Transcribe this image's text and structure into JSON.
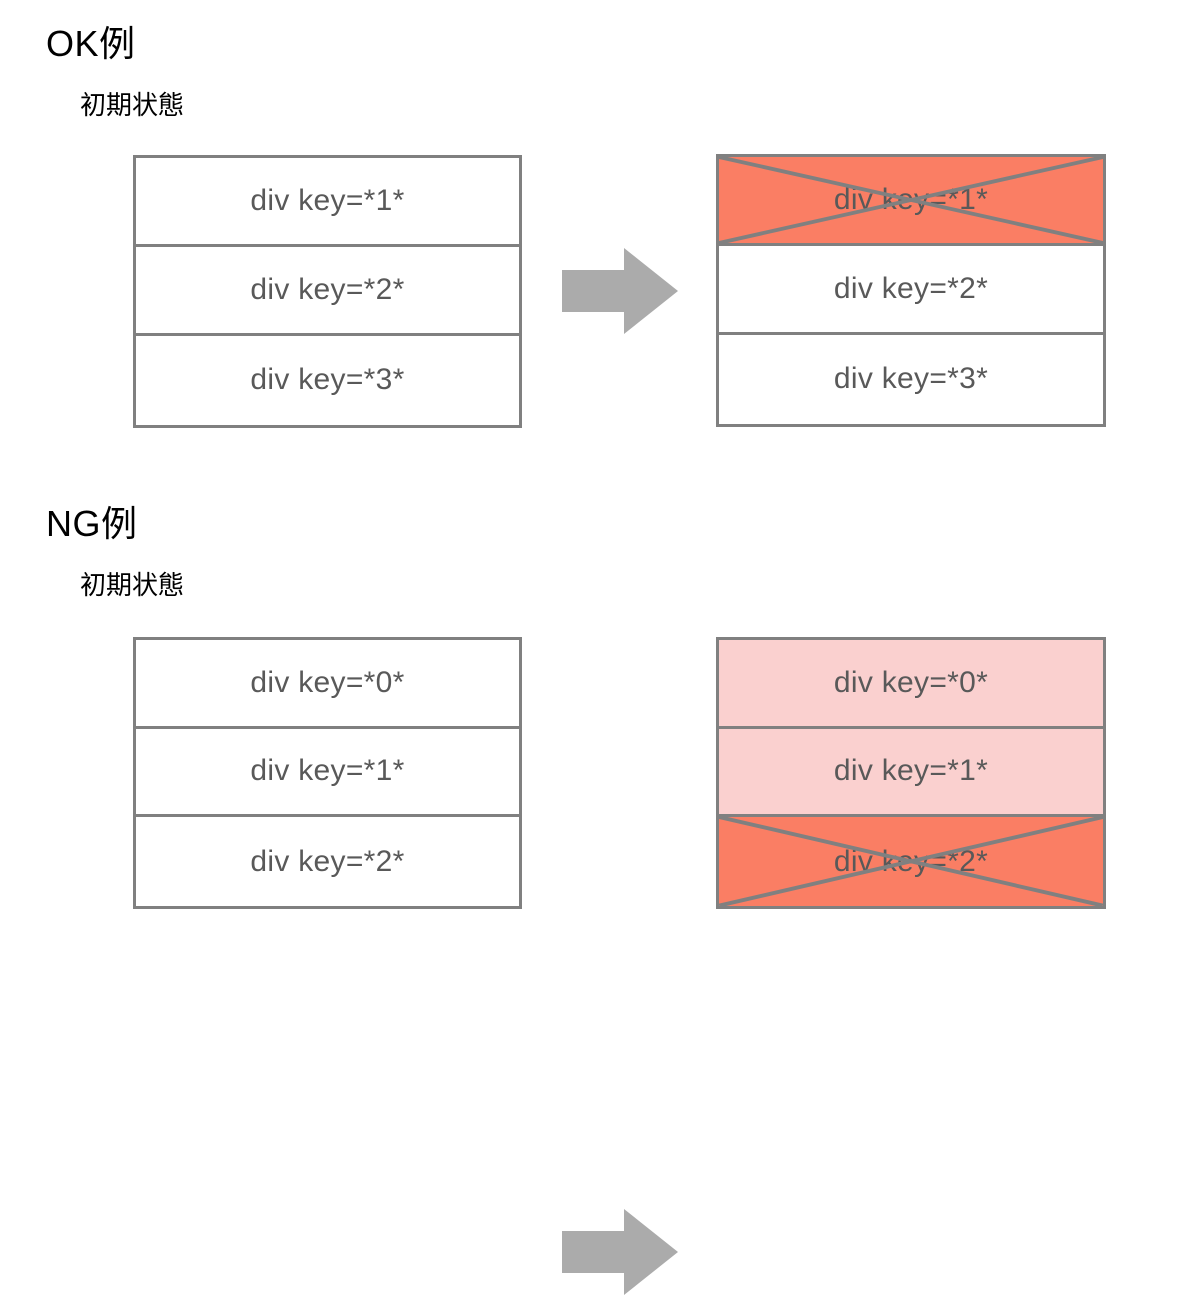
{
  "page": {
    "background": "#ffffff",
    "colors": {
      "salmon": "#fa7e64",
      "pink": "#fad0cf",
      "border": "#808080",
      "text": "#595959",
      "arrow": "#ababab",
      "heading": "#000000"
    }
  },
  "sections": [
    {
      "id": "ok",
      "title": "OK例",
      "subtitle": "初期状態",
      "arrow_icon": "right-arrow-icon",
      "before": {
        "rows": [
          {
            "label": "div key=*1*",
            "fill": "none",
            "crossed": false
          },
          {
            "label": "div key=*2*",
            "fill": "none",
            "crossed": false
          },
          {
            "label": "div key=*3*",
            "fill": "none",
            "crossed": false
          }
        ]
      },
      "after": {
        "rows": [
          {
            "label": "div key=*1*",
            "fill": "salmon",
            "crossed": true
          },
          {
            "label": "div key=*2*",
            "fill": "none",
            "crossed": false
          },
          {
            "label": "div key=*3*",
            "fill": "none",
            "crossed": false
          }
        ]
      }
    },
    {
      "id": "ng",
      "title": "NG例",
      "subtitle": "初期状態",
      "arrow_icon": "right-arrow-icon",
      "before": {
        "rows": [
          {
            "label": "div key=*0*",
            "fill": "none",
            "crossed": false
          },
          {
            "label": "div key=*1*",
            "fill": "none",
            "crossed": false
          },
          {
            "label": "div key=*2*",
            "fill": "none",
            "crossed": false
          }
        ]
      },
      "after": {
        "rows": [
          {
            "label": "div key=*0*",
            "fill": "pink",
            "crossed": false
          },
          {
            "label": "div key=*1*",
            "fill": "pink",
            "crossed": false
          },
          {
            "label": "div key=*2*",
            "fill": "salmon",
            "crossed": true
          }
        ]
      }
    }
  ]
}
